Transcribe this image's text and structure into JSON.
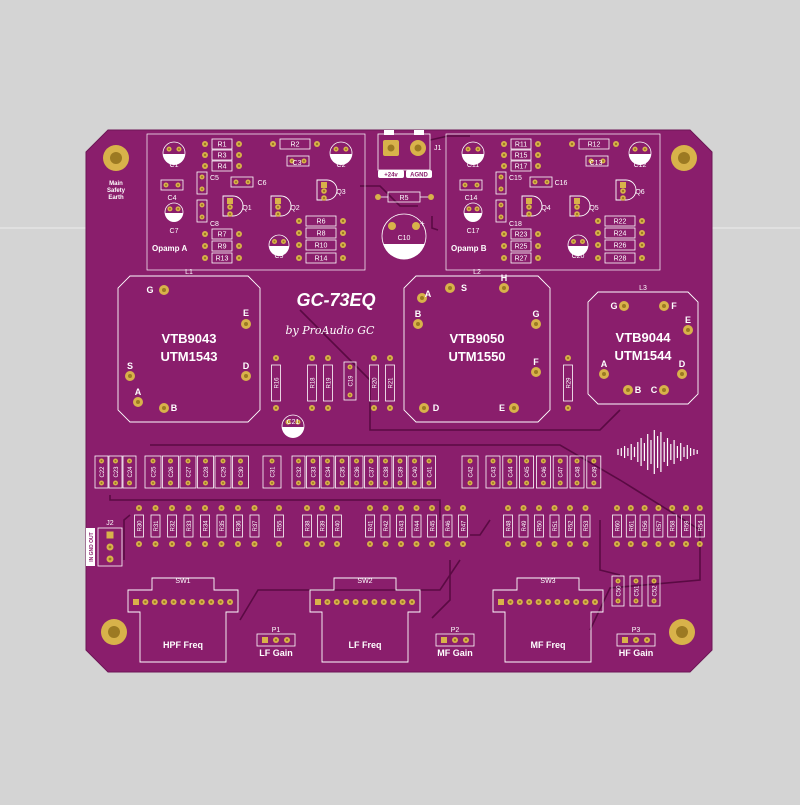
{
  "board": {
    "title": "GC-73EQ",
    "subtitle": "by ProAudio GC",
    "colors": {
      "background": "#d4d4d4",
      "board": "#8a1e6c",
      "trace": "#5a0a43",
      "silk": "#ffffff",
      "pad": "#d8b24a",
      "pad_dark": "#9c7a22"
    }
  },
  "mounting": {
    "safety_label": [
      "Main",
      "Safety",
      "Earth"
    ]
  },
  "power": {
    "connector": "J1",
    "v24": "+24v",
    "agnd": "AGND"
  },
  "opamp_a": {
    "label": "Opamp A",
    "resistors": [
      "R1",
      "R3",
      "R4",
      "R2",
      "R7",
      "R9",
      "R13",
      "R6",
      "R8",
      "R10",
      "R14"
    ],
    "caps": [
      "C1",
      "C2",
      "C3",
      "C4",
      "C5",
      "C6",
      "C7",
      "C8",
      "C9"
    ],
    "transistors": [
      "Q1",
      "Q2",
      "Q3"
    ]
  },
  "opamp_b": {
    "label": "Opamp B",
    "resistors": [
      "R11",
      "R15",
      "R17",
      "R12",
      "R23",
      "R25",
      "R27",
      "R22",
      "R24",
      "R26",
      "R28"
    ],
    "caps": [
      "C11",
      "C12",
      "C13",
      "C14",
      "C15",
      "C16",
      "C17",
      "C18",
      "C20"
    ],
    "transistors": [
      "Q4",
      "Q5",
      "Q6"
    ]
  },
  "middle": {
    "r5": "R5",
    "c10": "C10"
  },
  "inductors": [
    {
      "ref": "L1",
      "line1": "VTB9043",
      "line2": "UTM1543",
      "pins": [
        "G",
        "E",
        "S",
        "D",
        "A",
        "B"
      ]
    },
    {
      "ref": "L2",
      "line1": "VTB9050",
      "line2": "UTM1550",
      "pins": [
        "A",
        "S",
        "H",
        "B",
        "G",
        "F",
        "D",
        "E"
      ]
    },
    {
      "ref": "L3",
      "line1": "VTB9044",
      "line2": "UTM1544",
      "pins": [
        "G",
        "F",
        "E",
        "A",
        "D",
        "B",
        "C"
      ]
    }
  ],
  "mid_parts": [
    "R16",
    "R18",
    "R19",
    "C19",
    "R20",
    "R21",
    "R29",
    "C21"
  ],
  "cap_row_1": [
    "C22",
    "C23",
    "C24",
    "C25",
    "C26",
    "C27",
    "C28",
    "C29",
    "C30",
    "C31"
  ],
  "cap_row_2": [
    "C32",
    "C33",
    "C34",
    "C35",
    "C36",
    "C37",
    "C38",
    "C39",
    "C40",
    "C41"
  ],
  "cap_row_3": [
    "C42",
    "C43",
    "C44",
    "C45",
    "C46",
    "C47",
    "C48",
    "C49"
  ],
  "res_row_1": [
    "R30",
    "R31",
    "R32",
    "R33",
    "R34",
    "R35",
    "R36",
    "R37"
  ],
  "res_row_2": [
    "R55"
  ],
  "res_row_3": [
    "R38",
    "R39",
    "R40"
  ],
  "res_row_4": [
    "R41",
    "R42",
    "R43",
    "R44",
    "R45",
    "R46",
    "R47"
  ],
  "res_row_5": [
    "R48",
    "R49",
    "R50",
    "R51",
    "R52",
    "R53"
  ],
  "res_row_6": [
    "R60",
    "R61",
    "R56",
    "R57",
    "R58",
    "R59",
    "R54"
  ],
  "small_caps": [
    "C50",
    "C51",
    "C52"
  ],
  "j2": {
    "ref": "J2",
    "pins": [
      "IN",
      "GND",
      "OUT"
    ]
  },
  "switches": [
    {
      "ref": "SW1",
      "label": "HPF Freq"
    },
    {
      "ref": "SW2",
      "label": "LF Freq"
    },
    {
      "ref": "SW3",
      "label": "MF Freq"
    }
  ],
  "pots": [
    {
      "ref": "P1",
      "label": "LF Gain"
    },
    {
      "ref": "P2",
      "label": "MF Gain"
    },
    {
      "ref": "P3",
      "label": "HF Gain"
    }
  ]
}
